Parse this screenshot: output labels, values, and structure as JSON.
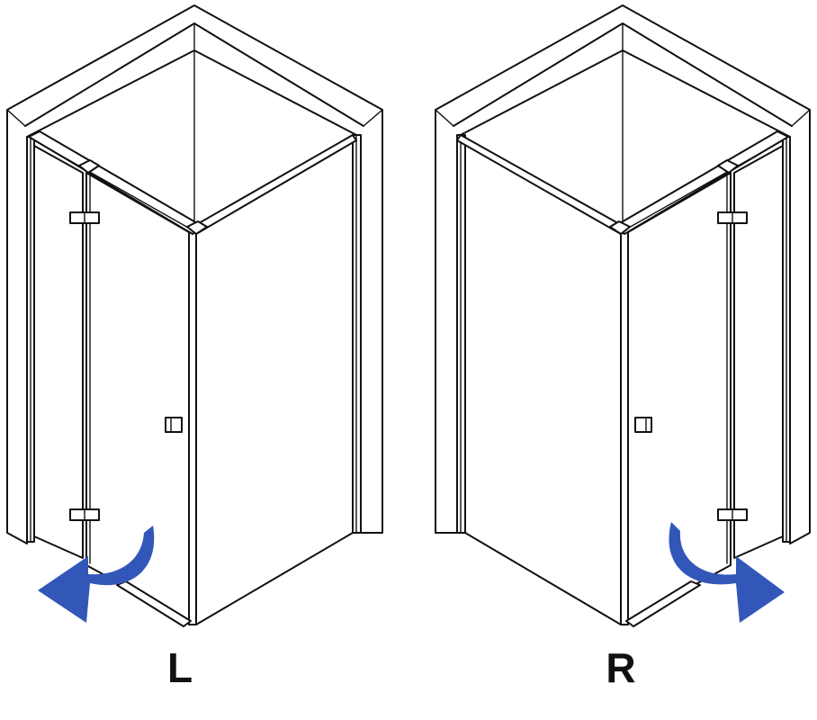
{
  "colors": {
    "line": "#111111",
    "background": "#ffffff",
    "arrow": "#3357b8"
  },
  "variants": [
    {
      "id": "left",
      "label": "L",
      "hinge_side": "left",
      "opening_direction": "outward-left"
    },
    {
      "id": "right",
      "label": "R",
      "hinge_side": "right",
      "opening_direction": "outward-right"
    }
  ]
}
